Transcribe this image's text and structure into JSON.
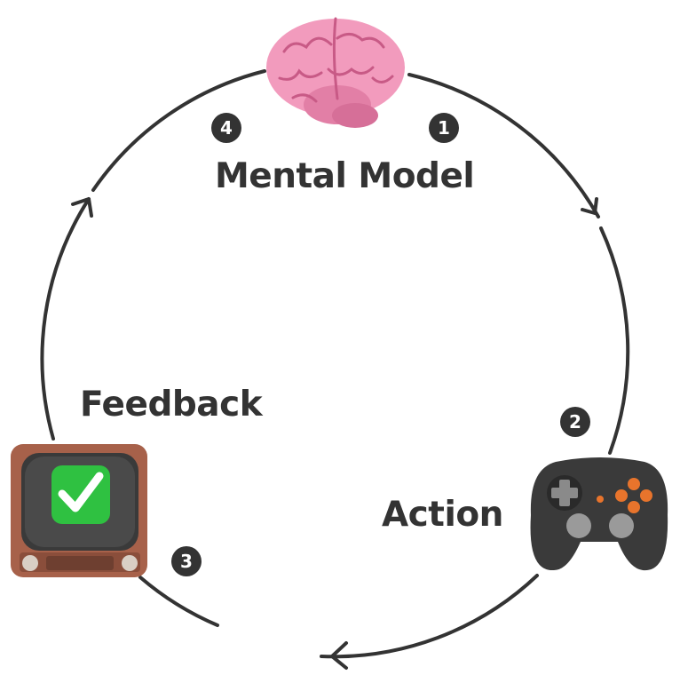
{
  "nodes": {
    "mental_model": {
      "label": "Mental Model",
      "icon": "brain-icon"
    },
    "action": {
      "label": "Action",
      "icon": "gamepad-icon"
    },
    "feedback": {
      "label": "Feedback",
      "icon": "tv-checkmark-icon"
    }
  },
  "steps": [
    "1",
    "2",
    "3",
    "4"
  ],
  "colors": {
    "line": "#333333",
    "brain": "#f29bbd",
    "gamepad": "#3a3a3a",
    "gamepad_accent": "#e8742c",
    "tv_wood": "#a7614a",
    "check_green": "#2fc141"
  }
}
